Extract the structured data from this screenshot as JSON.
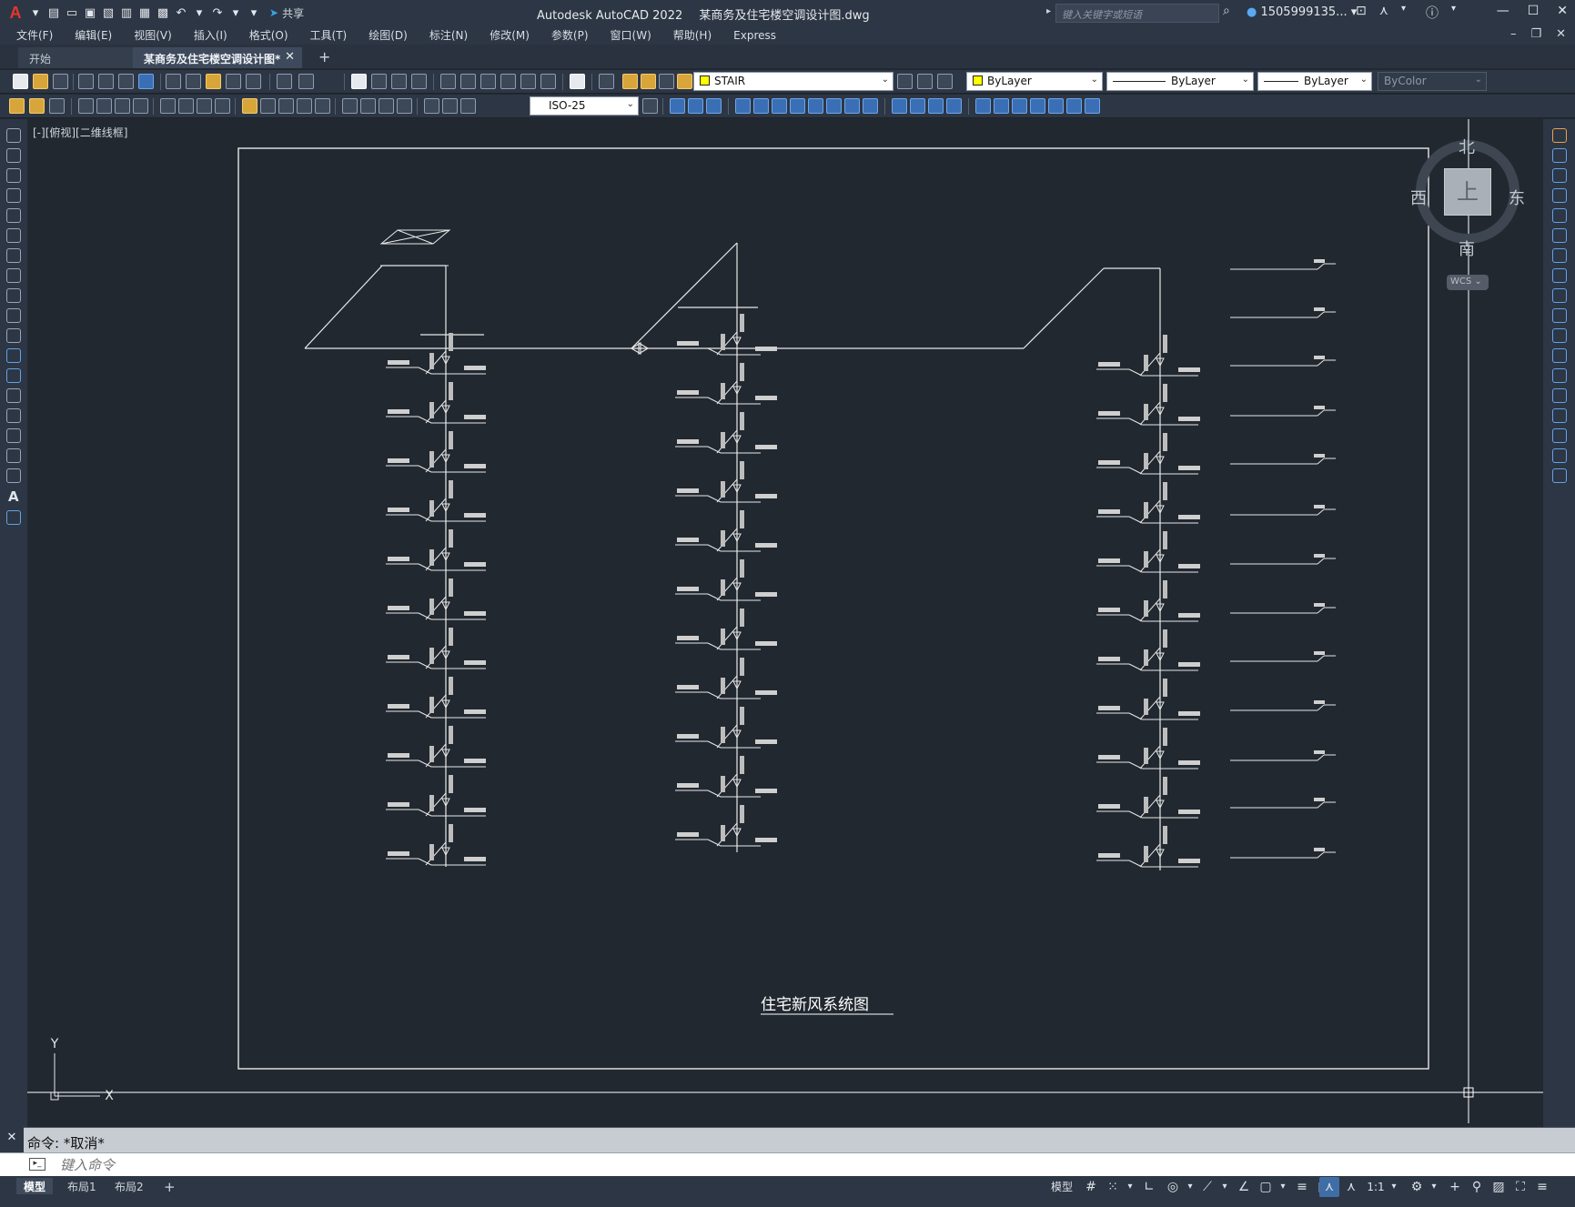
{
  "title_bar": {
    "app_name": "Autodesk AutoCAD 2022",
    "file_name": "某商务及住宅楼空调设计图.dwg",
    "share_label": "共享",
    "search_placeholder": "键入关键字或短语",
    "user_name": "1505999135...",
    "help_label": "?"
  },
  "menu": {
    "items": [
      "文件(F)",
      "编辑(E)",
      "视图(V)",
      "插入(I)",
      "格式(O)",
      "工具(T)",
      "绘图(D)",
      "标注(N)",
      "修改(M)",
      "参数(P)",
      "窗口(W)",
      "帮助(H)",
      "Express"
    ]
  },
  "tabs": {
    "start": "开始",
    "active": "某商务及住宅楼空调设计图*"
  },
  "properties": {
    "layer": "STAIR",
    "color": "ByLayer",
    "linetype": "ByLayer",
    "lineweight": "ByLayer",
    "plotstyle": "ByColor",
    "dimstyle": "ISO-25",
    "layer_color": "#ffff00"
  },
  "viewport": {
    "label": "[-][俯视][二维线框]",
    "drawing_title": "住宅新风系统图"
  },
  "viewcube": {
    "north": "北",
    "south": "南",
    "east": "东",
    "west": "西",
    "face": "上",
    "wcs": "WCS"
  },
  "command": {
    "history": "命令: *取消*",
    "placeholder": "键入命令"
  },
  "status": {
    "layout_tabs": [
      "模型",
      "布局1",
      "布局2"
    ],
    "model_button": "模型",
    "scale": "1:1"
  }
}
